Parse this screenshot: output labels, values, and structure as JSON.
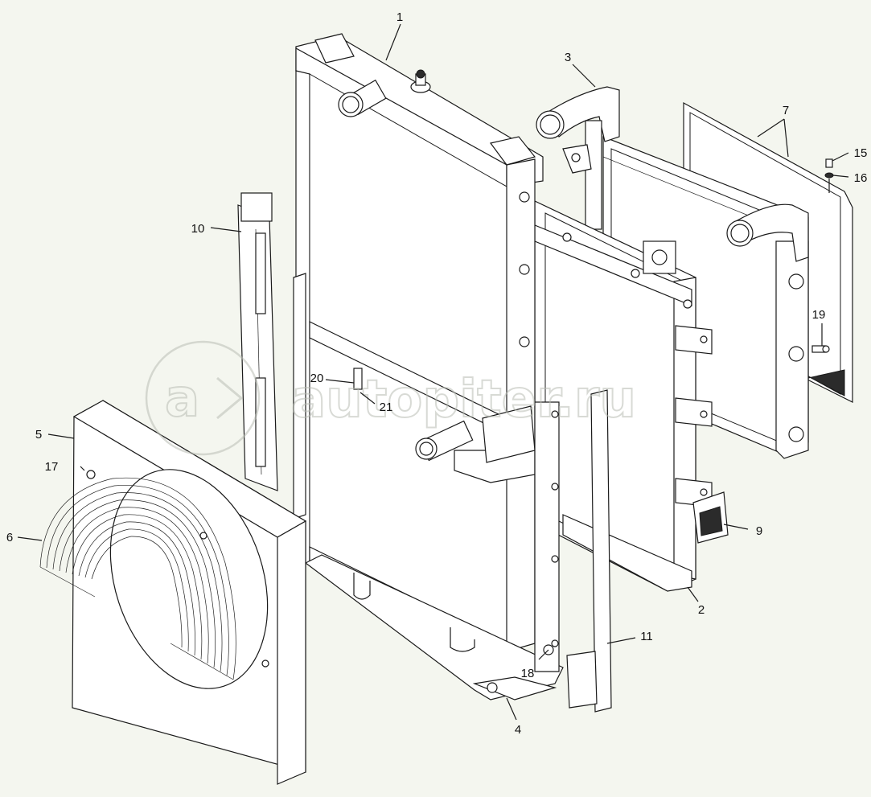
{
  "watermark": {
    "text": "autopiter.ru",
    "logo_glyph": "a",
    "color": "#b9bdb4"
  },
  "callouts": [
    {
      "id": "1",
      "text": "1"
    },
    {
      "id": "2",
      "text": "2"
    },
    {
      "id": "3",
      "text": "3"
    },
    {
      "id": "4",
      "text": "4"
    },
    {
      "id": "5",
      "text": "5"
    },
    {
      "id": "6",
      "text": "6"
    },
    {
      "id": "7",
      "text": "7"
    },
    {
      "id": "9",
      "text": "9"
    },
    {
      "id": "10",
      "text": "10"
    },
    {
      "id": "11",
      "text": "11"
    },
    {
      "id": "15",
      "text": "15"
    },
    {
      "id": "16",
      "text": "16"
    },
    {
      "id": "17",
      "text": "17"
    },
    {
      "id": "18",
      "text": "18"
    },
    {
      "id": "19",
      "text": "19"
    },
    {
      "id": "20",
      "text": "20"
    },
    {
      "id": "21",
      "text": "21"
    }
  ],
  "colors": {
    "background": "#f4f6ef",
    "line": "#1a1a1a",
    "watermark": "#b9bdb4"
  }
}
